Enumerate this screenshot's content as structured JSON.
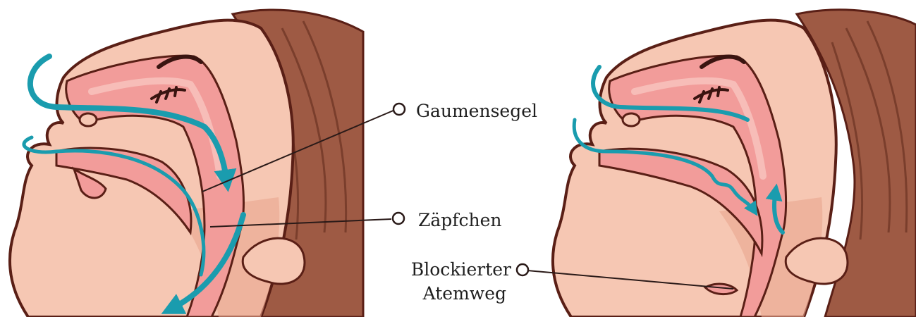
{
  "labels": {
    "soft_palate": "Gaumensegel",
    "uvula": "Zäpfchen",
    "blocked_line1": "Blockierter",
    "blocked_line2": "Atemweg"
  },
  "colors": {
    "skin": "#f6c7b3",
    "skin_shadow": "#e9a58d",
    "airway": "#f29c9a",
    "airway_light": "#f7bdb8",
    "hair": "#9e5a44",
    "hair_dark": "#7a3e2c",
    "airflow": "#1a9cae",
    "outline": "#5a1f16"
  },
  "panels": [
    "normal-airway",
    "obstructed-airway"
  ]
}
